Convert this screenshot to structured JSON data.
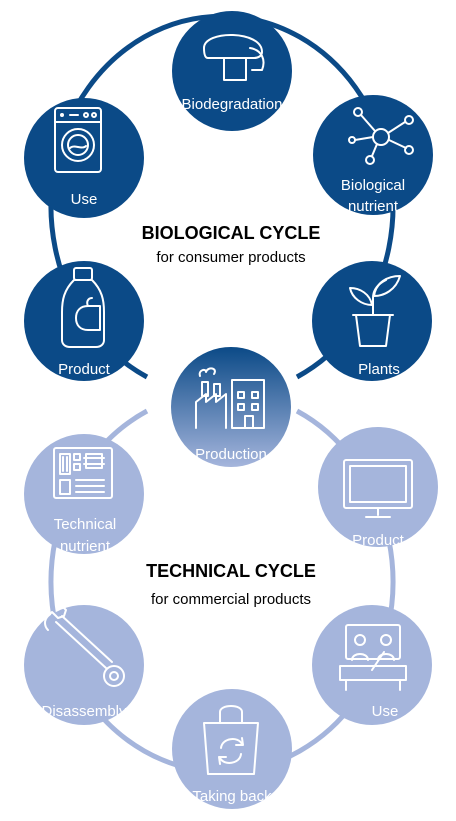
{
  "colors": {
    "biological": "#0b4a87",
    "technical": "#a5b5dc",
    "production_top": "#0b4a87",
    "production_bottom": "#a5b5dc"
  },
  "biological_cycle": {
    "title": "BIOLOGICAL CYCLE",
    "subtitle": "for consumer products",
    "nodes": [
      {
        "label": "Biodegradation",
        "icon": "mushroom-icon"
      },
      {
        "label": "Biological",
        "label2": "nutrient",
        "icon": "molecule-icon"
      },
      {
        "label": "Plants",
        "icon": "plant-pot-icon"
      },
      {
        "label": "Product",
        "icon": "detergent-bottle-icon"
      },
      {
        "label": "Use",
        "icon": "washing-machine-icon"
      }
    ]
  },
  "shared_node": {
    "label": "Production",
    "icon": "factory-icon"
  },
  "technical_cycle": {
    "title": "TECHNICAL CYCLE",
    "subtitle": "for commercial products",
    "nodes": [
      {
        "label": "Product",
        "icon": "monitor-icon"
      },
      {
        "label": "Use",
        "icon": "office-desk-icon"
      },
      {
        "label": "Taking back",
        "icon": "recycle-bag-icon"
      },
      {
        "label": "Disassembly",
        "icon": "wrench-icon"
      },
      {
        "label": "Technical",
        "label2": "nutrient",
        "icon": "circuit-board-icon"
      }
    ]
  }
}
